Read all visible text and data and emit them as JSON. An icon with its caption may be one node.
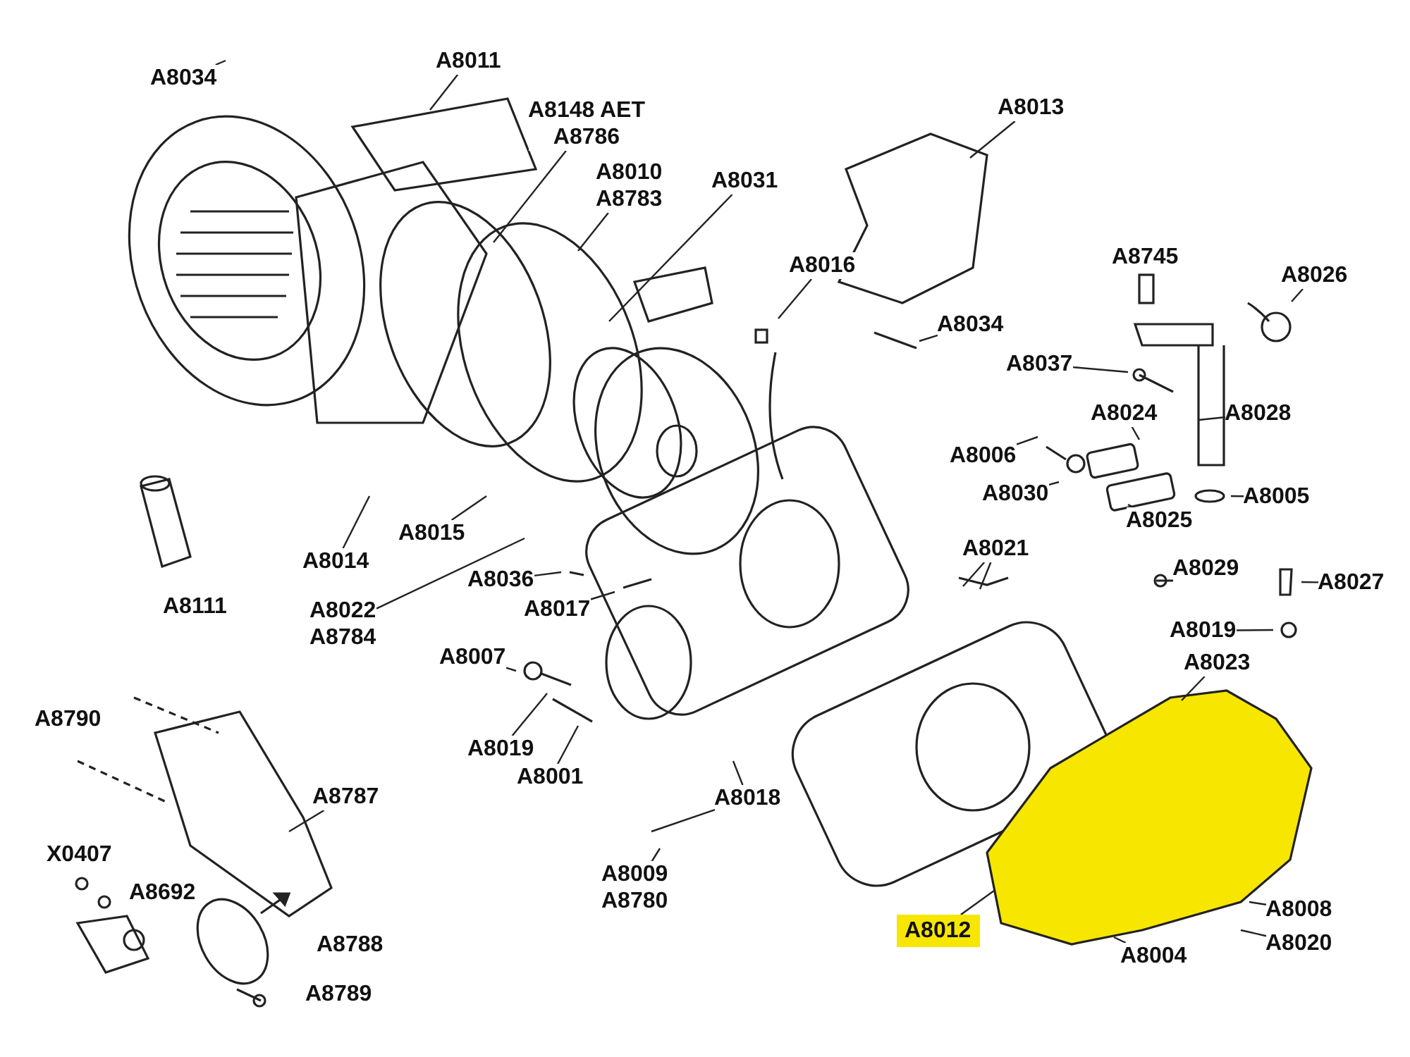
{
  "diagram": {
    "nodes": [
      {
        "text": [
          "A8034"
        ]
      },
      {
        "text": [
          "A8011"
        ]
      },
      {
        "text": [
          "A8148 AET",
          "A8786"
        ]
      },
      {
        "text": [
          "A8010",
          "A8783"
        ]
      },
      {
        "text": [
          "A8031"
        ]
      },
      {
        "text": [
          "A8013"
        ]
      },
      {
        "text": [
          "A8016"
        ]
      },
      {
        "text": [
          "A8034"
        ]
      },
      {
        "text": [
          "A8026"
        ]
      },
      {
        "text": [
          "A8037"
        ]
      },
      {
        "text": [
          "A8028"
        ]
      },
      {
        "text": [
          "A8024"
        ]
      },
      {
        "text": [
          "A8006"
        ]
      },
      {
        "text": [
          "A8030"
        ]
      },
      {
        "text": [
          "A8025"
        ]
      },
      {
        "text": [
          "A8005"
        ]
      },
      {
        "text": [
          "A8021"
        ]
      },
      {
        "text": [
          "A8027"
        ]
      },
      {
        "text": [
          "A8019"
        ]
      },
      {
        "text": [
          "A8023"
        ]
      },
      {
        "text": [
          "A8014"
        ]
      },
      {
        "text": [
          "A8015"
        ]
      },
      {
        "text": [
          "A8036"
        ]
      },
      {
        "text": [
          "A8017"
        ]
      },
      {
        "text": [
          "A8022",
          "A8784"
        ]
      },
      {
        "text": [
          "A8007"
        ]
      },
      {
        "text": [
          "A8019"
        ]
      },
      {
        "text": [
          "A8001"
        ]
      },
      {
        "text": [
          "A8018"
        ]
      },
      {
        "text": [
          "A8009",
          "A8780"
        ]
      },
      {
        "text": [
          "A8787"
        ]
      },
      {
        "text": [
          "A8012"
        ]
      },
      {
        "text": [
          "A8008"
        ]
      },
      {
        "text": [
          "A8004"
        ]
      },
      {
        "text": [
          "A8020"
        ]
      },
      {
        "text": [
          "A8745"
        ]
      },
      {
        "text": [
          "A8029"
        ]
      },
      {
        "text": [
          "A8111"
        ]
      },
      {
        "text": [
          "A8790"
        ]
      },
      {
        "text": [
          "X0407"
        ]
      },
      {
        "text": [
          "A8692"
        ]
      },
      {
        "text": [
          "A8788"
        ]
      },
      {
        "text": [
          "A8789"
        ]
      }
    ],
    "edges": [
      {
        "from": 0,
        "to": null,
        "arrow": "none"
      },
      {
        "from": 1,
        "to": null,
        "arrow": "none"
      },
      {
        "from": 2,
        "to": null,
        "arrow": "none"
      },
      {
        "from": 3,
        "to": null,
        "arrow": "none"
      },
      {
        "from": 4,
        "to": null,
        "arrow": "none"
      },
      {
        "from": 5,
        "to": null,
        "arrow": "none"
      },
      {
        "from": 6,
        "to": null,
        "arrow": "none"
      },
      {
        "from": 7,
        "to": null,
        "arrow": "none"
      },
      {
        "from": 8,
        "to": null,
        "arrow": "none"
      },
      {
        "from": 9,
        "to": null,
        "arrow": "none"
      },
      {
        "from": 10,
        "to": null,
        "arrow": "none"
      },
      {
        "from": 11,
        "to": null,
        "arrow": "none"
      },
      {
        "from": 12,
        "to": null,
        "arrow": "none"
      },
      {
        "from": 13,
        "to": null,
        "arrow": "none"
      },
      {
        "from": 14,
        "to": null,
        "arrow": "none"
      },
      {
        "from": 15,
        "to": null,
        "arrow": "none"
      },
      {
        "from": 16,
        "to": null,
        "arrow": "none"
      },
      {
        "from": 16,
        "to": null,
        "arrow": "none"
      },
      {
        "from": 17,
        "to": null,
        "arrow": "none"
      },
      {
        "from": 18,
        "to": null,
        "arrow": "none"
      },
      {
        "from": 19,
        "to": null,
        "arrow": "none"
      },
      {
        "from": 20,
        "to": null,
        "arrow": "none"
      },
      {
        "from": 21,
        "to": null,
        "arrow": "none"
      },
      {
        "from": 22,
        "to": null,
        "arrow": "none"
      },
      {
        "from": 23,
        "to": null,
        "arrow": "none"
      },
      {
        "from": 24,
        "to": null,
        "arrow": "none"
      },
      {
        "from": 25,
        "to": null,
        "arrow": "none"
      },
      {
        "from": 26,
        "to": null,
        "arrow": "none"
      },
      {
        "from": 27,
        "to": null,
        "arrow": "none"
      },
      {
        "from": 28,
        "to": null,
        "arrow": "none"
      },
      {
        "from": 28,
        "to": null,
        "arrow": "none"
      },
      {
        "from": 29,
        "to": null,
        "arrow": "none"
      },
      {
        "from": 30,
        "to": null,
        "arrow": "none"
      },
      {
        "from": 31,
        "to": null,
        "arrow": "none"
      },
      {
        "from": 32,
        "to": null,
        "arrow": "none"
      },
      {
        "from": 33,
        "to": null,
        "arrow": "none"
      },
      {
        "from": 34,
        "to": null,
        "arrow": "none"
      }
    ]
  }
}
